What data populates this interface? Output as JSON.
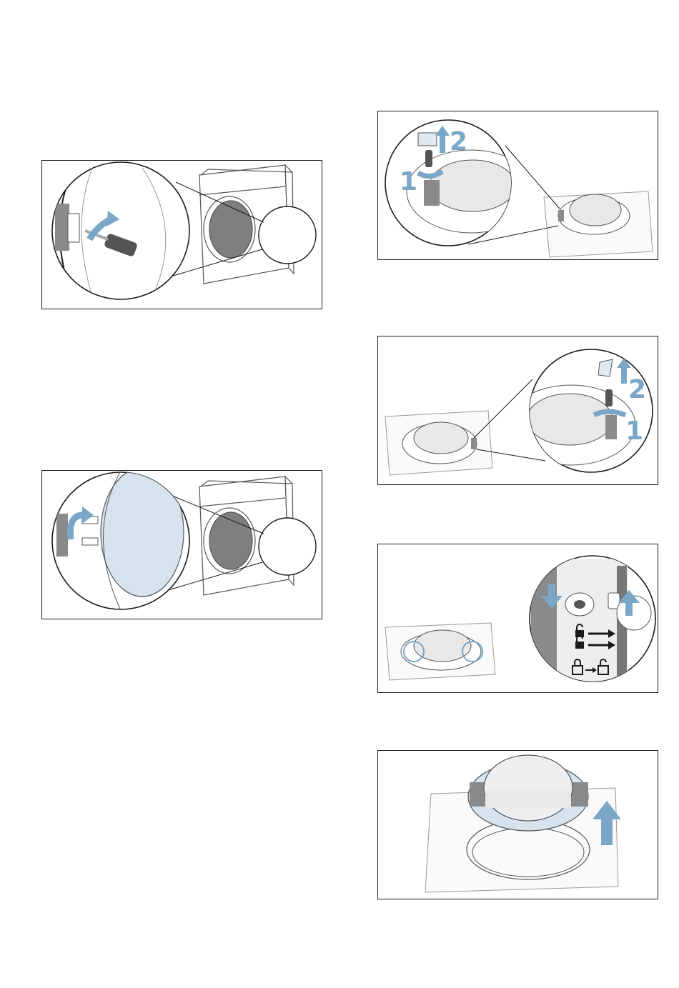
{
  "page": {
    "background": "#ffffff"
  },
  "colors": {
    "frame": "#1a1a1a",
    "accent_blue": "#7aa7c7",
    "light_blue_fill": "#d6e3ef",
    "glass_grey": "#8a8a8a",
    "line_grey": "#555555"
  },
  "figures": [
    {
      "id": "fig-remove-hinge-screws",
      "icons": [
        "screwdriver-icon",
        "rotate-arrow-icon",
        "dryer-icon",
        "magnifier-circle-icon"
      ]
    },
    {
      "id": "fig-detach-door",
      "icons": [
        "curved-arrow-icon",
        "door-icon",
        "dryer-icon",
        "magnifier-circle-icon"
      ]
    },
    {
      "id": "fig-hinge-right-steps",
      "step_labels": [
        "1",
        "2"
      ],
      "icons": [
        "screw-icon",
        "up-arrow-icon",
        "door-icon"
      ]
    },
    {
      "id": "fig-hinge-left-steps",
      "step_labels": [
        "2",
        "1"
      ],
      "icons": [
        "screw-icon",
        "up-arrow-icon",
        "door-icon"
      ]
    },
    {
      "id": "fig-lock-transfer",
      "icons": [
        "down-arrow-icon",
        "up-arrow-icon",
        "lock-closed-icon",
        "lock-open-icon",
        "arrow-right-icon"
      ]
    },
    {
      "id": "fig-lift-door",
      "icons": [
        "up-arrow-icon",
        "door-icon"
      ]
    }
  ]
}
